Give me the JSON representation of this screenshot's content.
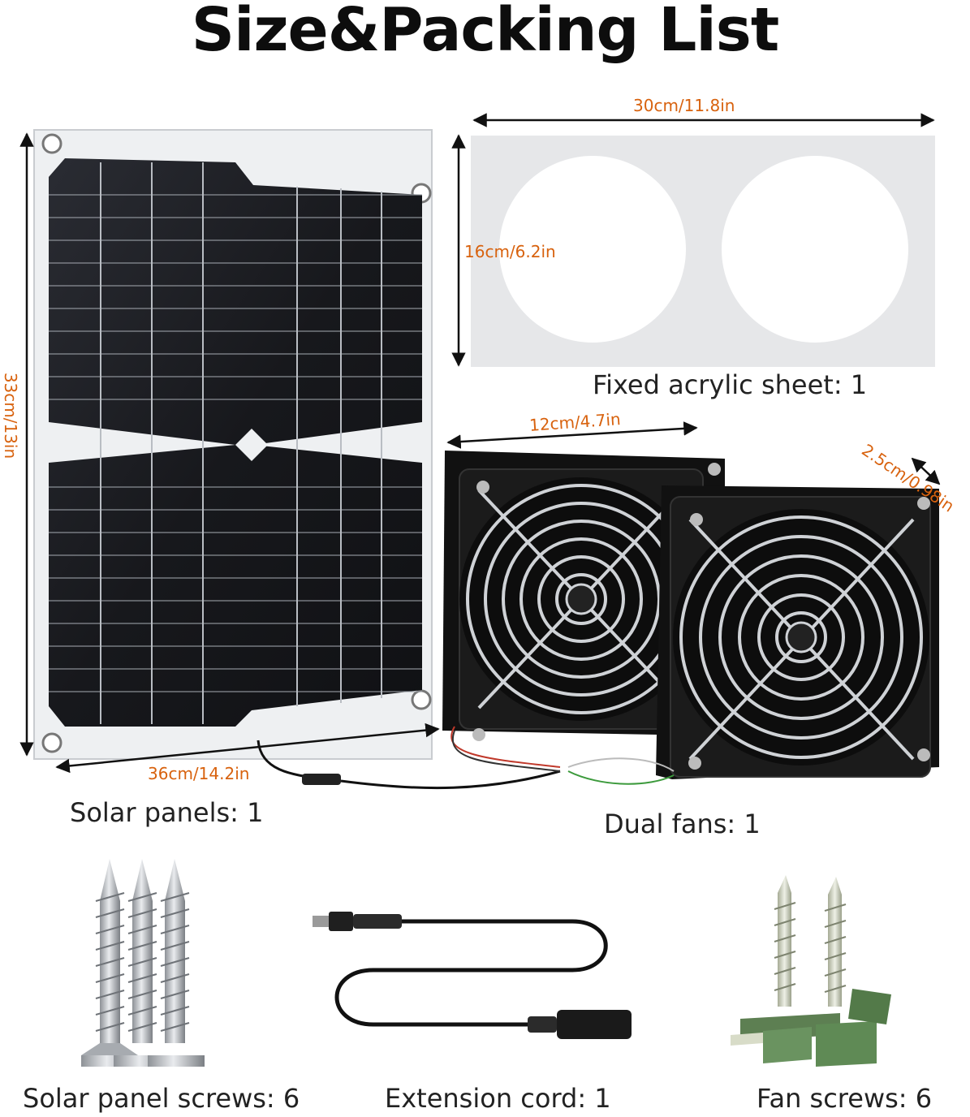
{
  "title": "Size&Packing List",
  "dimensions": {
    "acrylic_width": "30cm/11.8in",
    "acrylic_height": "16cm/6.2in",
    "panel_height": "33cm/13in",
    "panel_width": "36cm/14.2in",
    "fan_width": "12cm/4.7in",
    "fan_depth": "2.5cm/0.98in"
  },
  "items": {
    "acrylic": "Fixed acrylic sheet: 1",
    "solar_panels": "Solar panels: 1",
    "dual_fans": "Dual fans: 1",
    "panel_screws": "Solar panel screws: 6",
    "extension_cord": "Extension cord: 1",
    "fan_screws": "Fan screws: 6"
  },
  "colors": {
    "dimension_text": "#d8620e",
    "panel_cell": "#1c1d22",
    "panel_frame": "#eef0f2",
    "acrylic": "#e6e7e9"
  }
}
